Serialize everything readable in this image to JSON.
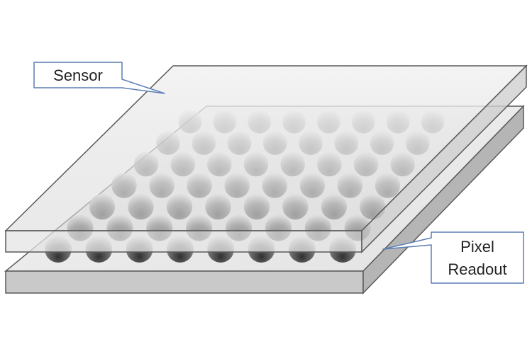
{
  "labels": {
    "sensor": "Sensor",
    "readout_line1": "Pixel",
    "readout_line2": "Readout"
  },
  "colors": {
    "callout_border": "#5b7fb3",
    "plate_edge": "#5a5a5a",
    "bottom_plate_side": "#c8c8c8",
    "bottom_plate_top": "#efefef",
    "top_plate_fill": "#e6e6e6",
    "pixel_dark": "#333333",
    "pixel_light": "#e4e4e4"
  },
  "grid": {
    "rows": 7,
    "columns": 8
  }
}
